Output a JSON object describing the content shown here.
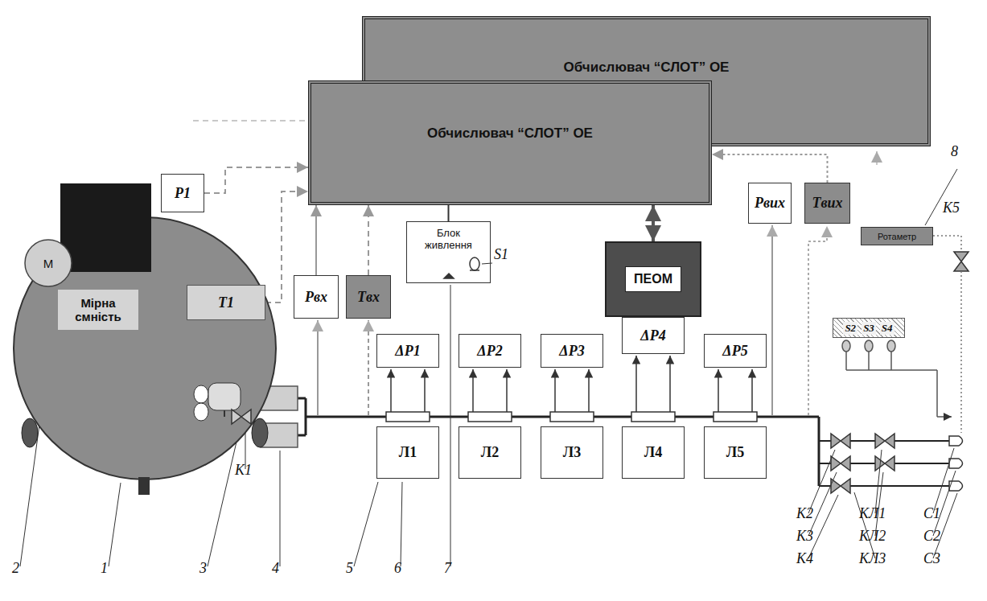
{
  "diagram": {
    "nodes": [
      {
        "text": [
          "Обчислювач “СЛОТ” ОЕ"
        ]
      },
      {
        "text": [
          "Обчислювач “СЛОТ” ОЕ"
        ]
      },
      {
        "text": [
          "P1"
        ]
      },
      {
        "text": [
          "М"
        ]
      },
      {
        "text": [
          "Мірна смність"
        ]
      },
      {
        "text": [
          "T1"
        ],
        "in": 4
      },
      {
        "text": [
          "Pвх"
        ]
      },
      {
        "text": [
          "Tвх"
        ]
      },
      {
        "text": [
          "Блок живлення"
        ]
      },
      {
        "text": [
          "ПЕОМ"
        ]
      },
      {
        "text": [
          "ΔP4"
        ]
      },
      {
        "text": [
          "Pвих"
        ]
      },
      {
        "text": [
          "Tвих"
        ]
      },
      {
        "text": [
          "Ротаметр"
        ]
      },
      {
        "text": [
          "ΔP1"
        ]
      },
      {
        "text": [
          "ΔP2"
        ]
      },
      {
        "text": [
          "ΔP3"
        ]
      },
      {
        "text": [
          "ΔP5"
        ]
      },
      {
        "text": [
          "Л1"
        ]
      },
      {
        "text": [
          "Л2"
        ]
      },
      {
        "text": [
          "Л3"
        ]
      },
      {
        "text": [
          "Л4"
        ]
      },
      {
        "text": [
          "Л5"
        ]
      },
      {
        "text": [
          "S2",
          "S3",
          "S4"
        ]
      }
    ],
    "edges": [
      {
        "from": 2,
        "to": 1,
        "arrow": "to"
      },
      {
        "from": 5,
        "to": 1,
        "arrow": "to"
      },
      {
        "from": 6,
        "to": 1,
        "arrow": "to"
      },
      {
        "from": 7,
        "to": 1,
        "arrow": "to"
      },
      {
        "from": 12,
        "to": 1,
        "arrow": "to"
      },
      {
        "from": 8,
        "to": 1,
        "arrow": "none"
      },
      {
        "from": 9,
        "to": 1,
        "arrow": "both"
      }
    ],
    "labels": [
      "2",
      "1",
      "3",
      "4",
      "5",
      "6",
      "7",
      "K1",
      "K2",
      "K3",
      "K4",
      "КЛ1",
      "КЛ2",
      "КЛ3",
      "C1",
      "C2",
      "C3",
      "8",
      "K5",
      "S1"
    ]
  }
}
